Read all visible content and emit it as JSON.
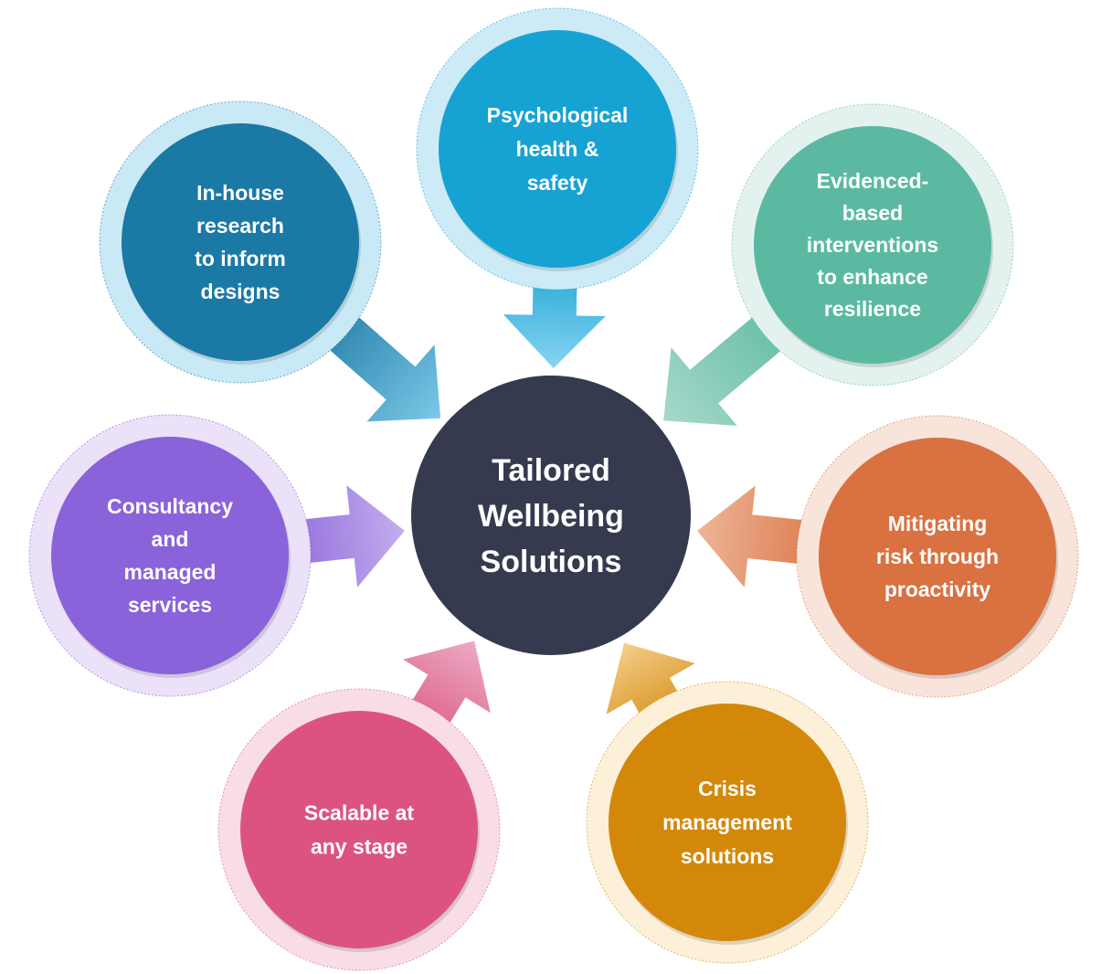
{
  "center": {
    "lines": [
      "Tailored",
      "Wellbeing",
      "Solutions"
    ],
    "color": "#353a4f"
  },
  "nodes": [
    {
      "id": "psychological-health-safety",
      "lines": [
        "Psychological",
        "health &",
        "safety"
      ],
      "color": "#16a3d3",
      "ring": "#cdebf7",
      "arrow": "#86d4f1"
    },
    {
      "id": "evidenced-based-interventions",
      "lines": [
        "Evidenced-",
        "based",
        "interventions",
        "to enhance",
        "resilience"
      ],
      "color": "#5bb9a2",
      "ring": "#e3f2ee",
      "arrow": "#a7d8ca"
    },
    {
      "id": "mitigating-risk",
      "lines": [
        "Mitigating",
        "risk through",
        "proactivity"
      ],
      "color": "#d97141",
      "ring": "#f8e4da",
      "arrow": "#eeb597"
    },
    {
      "id": "crisis-management",
      "lines": [
        "Crisis",
        "management",
        "solutions"
      ],
      "color": "#d4880a",
      "ring": "#fdf0d9",
      "arrow": "#f4cf8c"
    },
    {
      "id": "scalable",
      "lines": [
        "Scalable at",
        "any stage"
      ],
      "color": "#dc5382",
      "ring": "#f9dde6",
      "arrow": "#ebabc4"
    },
    {
      "id": "consultancy",
      "lines": [
        "Consultancy",
        "and",
        "managed",
        "services"
      ],
      "color": "#8a62d9",
      "ring": "#ebe1f8",
      "arrow": "#c3aeee"
    },
    {
      "id": "in-house-research",
      "lines": [
        "In-house",
        "research",
        "to inform",
        "designs"
      ],
      "color": "#1b79a5",
      "ring": "#c9e9f6",
      "arrow": "#7cc8e8"
    }
  ]
}
